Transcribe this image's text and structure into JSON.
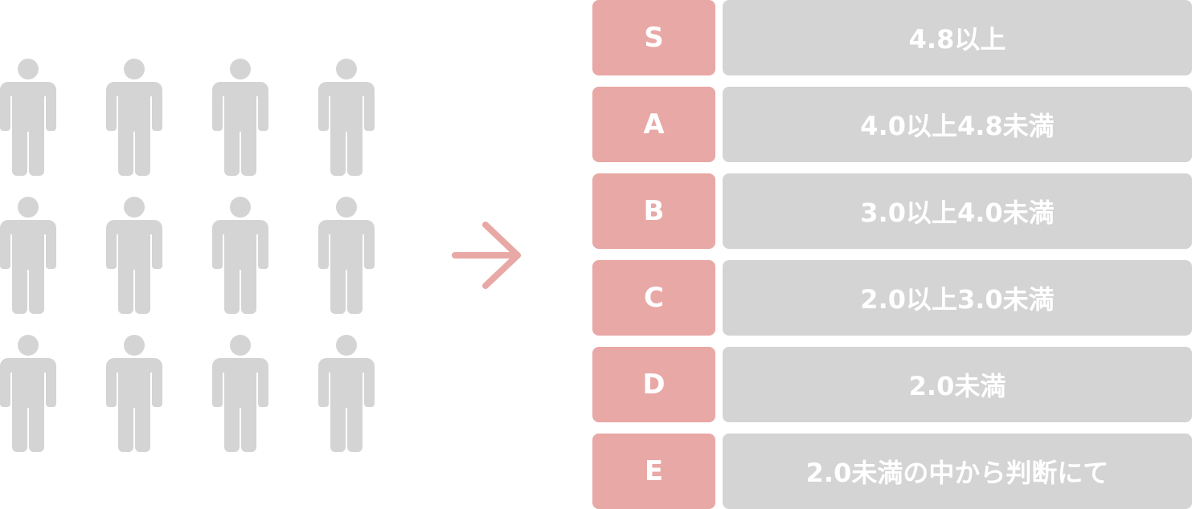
{
  "colors": {
    "person": "#d4d4d4",
    "grade_bg": "#e8a8a5",
    "range_bg": "#d4d4d4",
    "arrow": "#e8a8a5",
    "text": "#ffffff"
  },
  "people": {
    "count": 12,
    "icon": "person-icon"
  },
  "arrow": {
    "icon": "arrow-right-icon"
  },
  "ranks": [
    {
      "grade": "S",
      "range": "4.8以上"
    },
    {
      "grade": "A",
      "range": "4.0以上4.8未満"
    },
    {
      "grade": "B",
      "range": "3.0以上4.0未満"
    },
    {
      "grade": "C",
      "range": "2.0以上3.0未満"
    },
    {
      "grade": "D",
      "range": "2.0未満"
    },
    {
      "grade": "E",
      "range": "2.0未満の中から判断にて"
    }
  ]
}
